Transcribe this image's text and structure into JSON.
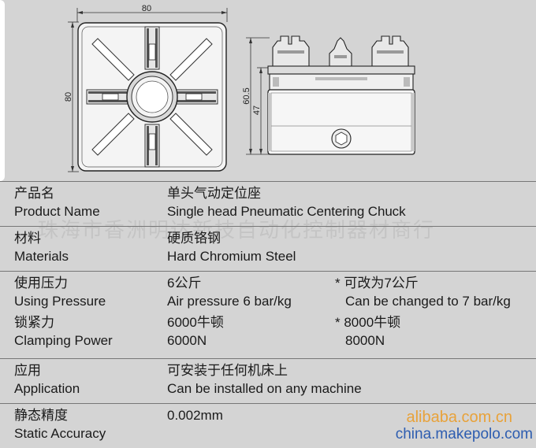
{
  "drawing": {
    "dims": {
      "top_width": "80",
      "left_height": "80",
      "side_height_a": "60.5",
      "side_height_b": "47"
    }
  },
  "specs": [
    {
      "label_cn": "产品名",
      "label_en": "Product Name",
      "value_cn": "单头气动定位座",
      "value_en": "Single head Pneumatic Centering Chuck",
      "alt_cn": "",
      "alt_en": ""
    },
    {
      "label_cn": "材料",
      "label_en": "Materials",
      "value_cn": "硬质铬钢",
      "value_en": "Hard Chromium Steel",
      "alt_cn": "",
      "alt_en": ""
    },
    {
      "label_cn": "使用压力",
      "label_en": "Using Pressure",
      "value_cn": "6公斤",
      "value_en": "Air pressure 6 bar/kg",
      "alt_cn": "* 可改为7公斤",
      "alt_en": "Can be changed to 7 bar/kg"
    },
    {
      "label_cn": "锁紧力",
      "label_en": "Clamping Power",
      "value_cn": "6000牛顿",
      "value_en": "6000N",
      "alt_cn": "* 8000牛顿",
      "alt_en": "8000N"
    },
    {
      "label_cn": "应用",
      "label_en": "Application",
      "value_cn": "可安装于任何机床上",
      "value_en": "Can be installed on any machine",
      "alt_cn": "",
      "alt_en": ""
    },
    {
      "label_cn": "静态精度",
      "label_en": "Static Accuracy",
      "value_cn": "0.002mm",
      "value_en": "",
      "alt_cn": "",
      "alt_en": ""
    }
  ],
  "watermark": "珠海市香洲明达新技自动化控制器材商行",
  "footer": {
    "line1": "alibaba.com.cn",
    "line2": "china.makepolo.com"
  },
  "colors": {
    "footer_orange": "#e8a23a",
    "footer_blue": "#2d5db0",
    "background": "#d4d4d4"
  }
}
